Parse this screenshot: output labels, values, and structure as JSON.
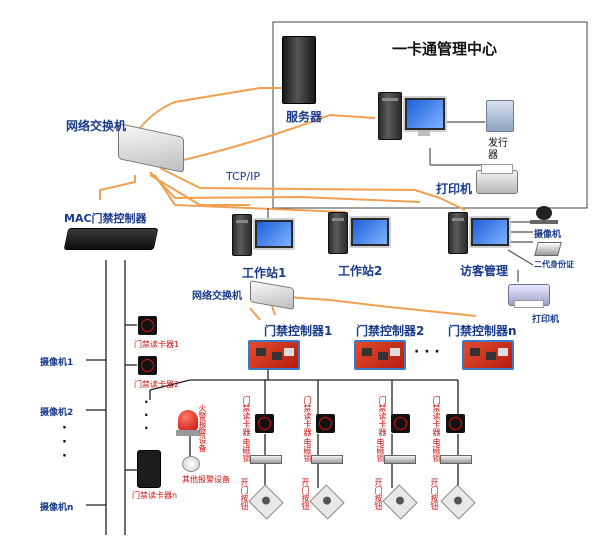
{
  "center": {
    "title": "一卡通管理中心"
  },
  "server": {
    "label": "服务器"
  },
  "issuer": {
    "label": "发行器"
  },
  "printer_top": {
    "label": "打印机"
  },
  "switch_top": {
    "label": "网络交换机"
  },
  "network": {
    "label": "TCP/IP"
  },
  "mac_controller": {
    "label": "MAC门禁控制器"
  },
  "workstation1": {
    "label": "工作站1"
  },
  "workstation2": {
    "label": "工作站2"
  },
  "visitor": {
    "label": "访客管理"
  },
  "camera_right": {
    "label": "摄像机"
  },
  "id_card": {
    "label": "二代身份证"
  },
  "printer_right": {
    "label": "打印机"
  },
  "switch_mid": {
    "label": "网络交换机"
  },
  "controllers": {
    "c1": "门禁控制器1",
    "c2": "门禁控制器2",
    "dots": "· · ·",
    "cn": "门禁控制器n"
  },
  "left_readers": {
    "r1": "门禁读卡器1",
    "r2": "门禁读卡器2",
    "rn": "门禁读卡器n"
  },
  "cameras_left": {
    "c1": "摄像机1",
    "c2": "摄像机2",
    "cn": "摄像机n"
  },
  "alarm": {
    "label": "火警报警设备"
  },
  "other_alarm": {
    "label": "其他报警设备"
  },
  "door": {
    "reader": "门禁读卡器",
    "lock": "电磁锁",
    "button": "开门按钮"
  }
}
